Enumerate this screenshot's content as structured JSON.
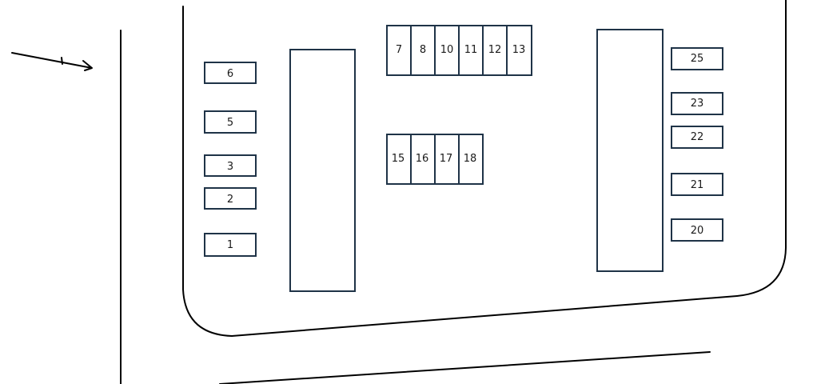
{
  "colors": {
    "stall_stroke": "#1f3347",
    "line": "#000000",
    "background": "#ffffff"
  },
  "icons": {
    "north_arrow": "north-arrow-icon"
  },
  "stalls": {
    "left_column": [
      "6",
      "5",
      "3",
      "2",
      "1"
    ],
    "top_row": [
      "7",
      "8",
      "10",
      "11",
      "12",
      "13"
    ],
    "middle_row": [
      "15",
      "16",
      "17",
      "18"
    ],
    "right_column": [
      "25",
      "23",
      "22",
      "21",
      "20"
    ]
  }
}
